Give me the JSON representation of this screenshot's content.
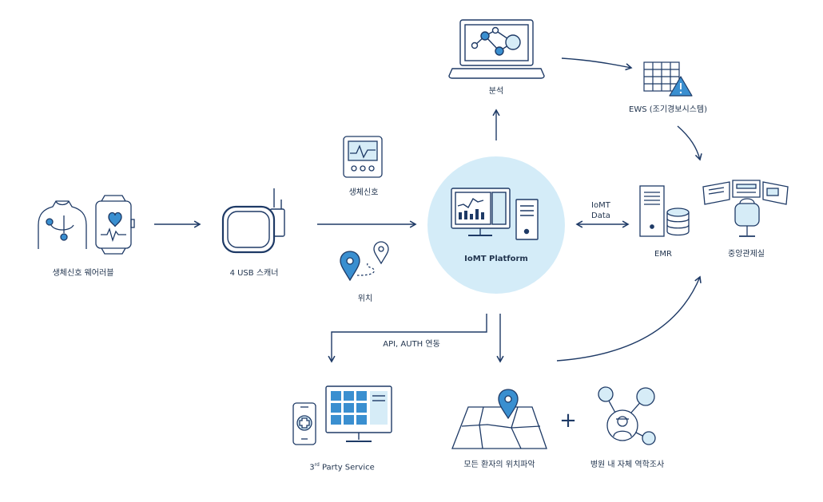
{
  "colors": {
    "stroke": "#1e3a66",
    "fill_light": "#d6ecf7",
    "accent": "#3a8fd0",
    "platform_circle": "#d4ecf8"
  },
  "nodes": {
    "wearable": "생체신호 웨어러블",
    "scanner": "4 USB 스캐너",
    "vital_signs": "생체신호",
    "location": "위치",
    "platform": "IoMT Platform",
    "analysis": "분석",
    "ews": "EWS (조기경보시스템)",
    "emr": "EMR",
    "central_control": "중앙관제실",
    "iomt_data_line1": "IoMT",
    "iomt_data_line2": "Data",
    "api_auth": "API, AUTH 연동",
    "third_party_prefix": "3",
    "third_party_sup": "rd",
    "third_party_suffix": " Party Service",
    "patient_location": "모든 환자의 위치파악",
    "epidemiology": "병원 내 자체 역학조사",
    "plus_sign": "+"
  },
  "icons": [
    "body-ecg-icon",
    "smartwatch-heart-icon",
    "usb-scanner-icon",
    "vital-monitor-icon",
    "location-pins-icon",
    "platform-monitor-icon",
    "server-tower-icon",
    "laptop-network-icon",
    "grid-warning-icon",
    "database-server-icon",
    "control-room-icon",
    "phone-medical-icon",
    "desktop-dashboard-icon",
    "map-pin-icon",
    "contact-network-icon"
  ]
}
